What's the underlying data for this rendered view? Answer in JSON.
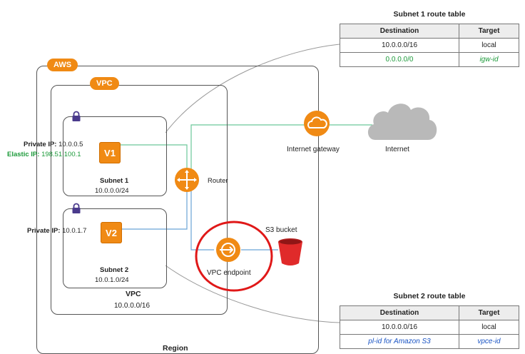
{
  "subnet1_table": {
    "title": "Subnet 1 route table",
    "headers": [
      "Destination",
      "Target"
    ],
    "rows": [
      {
        "destination": "10.0.0.0/16",
        "target": "local",
        "style": "normal"
      },
      {
        "destination": "0.0.0.0/0",
        "target": "igw-id",
        "style": "green"
      }
    ]
  },
  "subnet2_table": {
    "title": "Subnet 2 route table",
    "headers": [
      "Destination",
      "Target"
    ],
    "rows": [
      {
        "destination": "10.0.0.0/16",
        "target": "local",
        "style": "normal"
      },
      {
        "destination": "pl-id for Amazon S3",
        "target": "vpce-id",
        "style": "blue"
      }
    ]
  },
  "aws": {
    "label": "AWS"
  },
  "vpc_badge": {
    "label": "VPC"
  },
  "region": {
    "label": "Region"
  },
  "vpc": {
    "label": "VPC",
    "cidr": "10.0.0.0/16"
  },
  "subnet1": {
    "label": "Subnet 1",
    "cidr": "10.0.0.0/24",
    "instance": "V1",
    "private_ip_label": "Private IP:",
    "private_ip": "10.0.0.5",
    "elastic_ip_label": "Elastic IP:",
    "elastic_ip": "198.51.100.1"
  },
  "subnet2": {
    "label": "Subnet 2",
    "cidr": "10.0.1.0/24",
    "instance": "V2",
    "private_ip_label": "Private IP:",
    "private_ip": "10.0.1.7"
  },
  "router": {
    "label": "Router"
  },
  "igw": {
    "label": "Internet gateway"
  },
  "internet": {
    "label": "Internet"
  },
  "s3": {
    "label": "S3 bucket"
  },
  "endpoint": {
    "label": "VPC endpoint"
  },
  "colors": {
    "aws_orange": "#f08a14",
    "green": "#1c9a3a",
    "blue": "#1a54c4",
    "highlight_red": "#e01818"
  }
}
